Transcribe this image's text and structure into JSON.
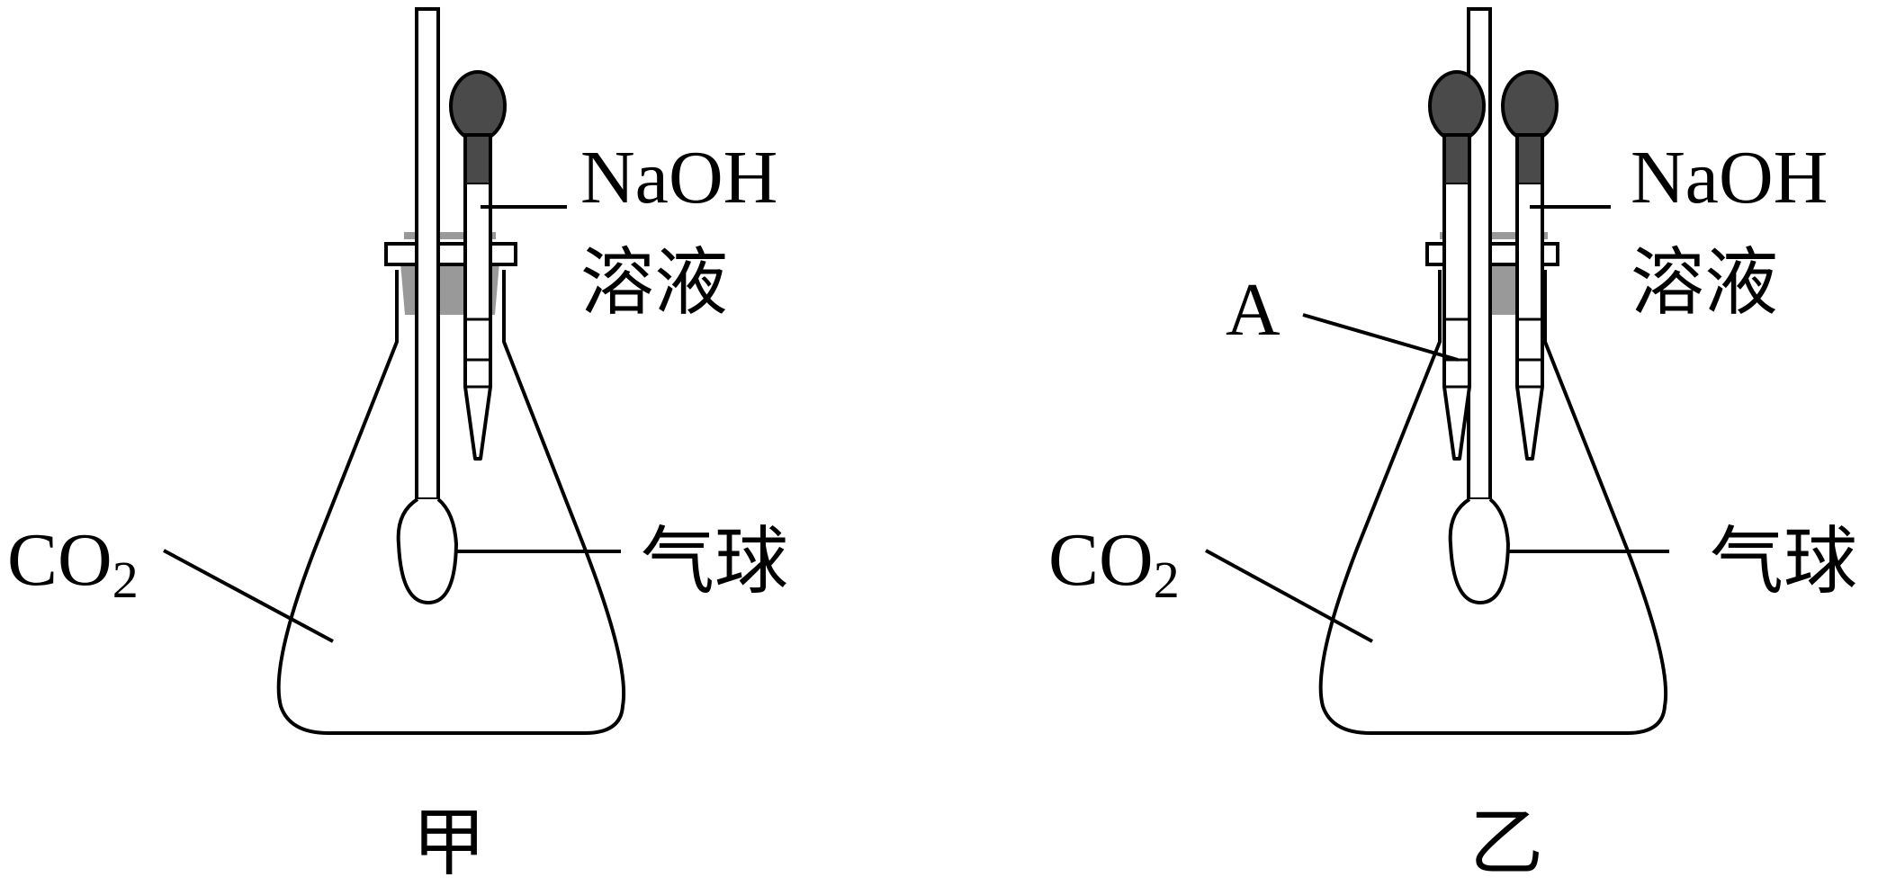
{
  "apparatus": [
    {
      "id": "jia",
      "caption": "甲",
      "labels": {
        "dropper_line1": "NaOH",
        "dropper_line2": "溶液",
        "gas_main": "CO",
        "gas_sub": "2",
        "balloon": "气球"
      }
    },
    {
      "id": "yi",
      "caption": "乙",
      "labels": {
        "dropper_a": "A",
        "dropper_line1": "NaOH",
        "dropper_line2": "溶液",
        "gas_main": "CO",
        "gas_sub": "2",
        "balloon": "气球"
      }
    }
  ],
  "colors": {
    "line": "#000000",
    "stopper": "#999999",
    "bulb": "#4a4a4a"
  }
}
